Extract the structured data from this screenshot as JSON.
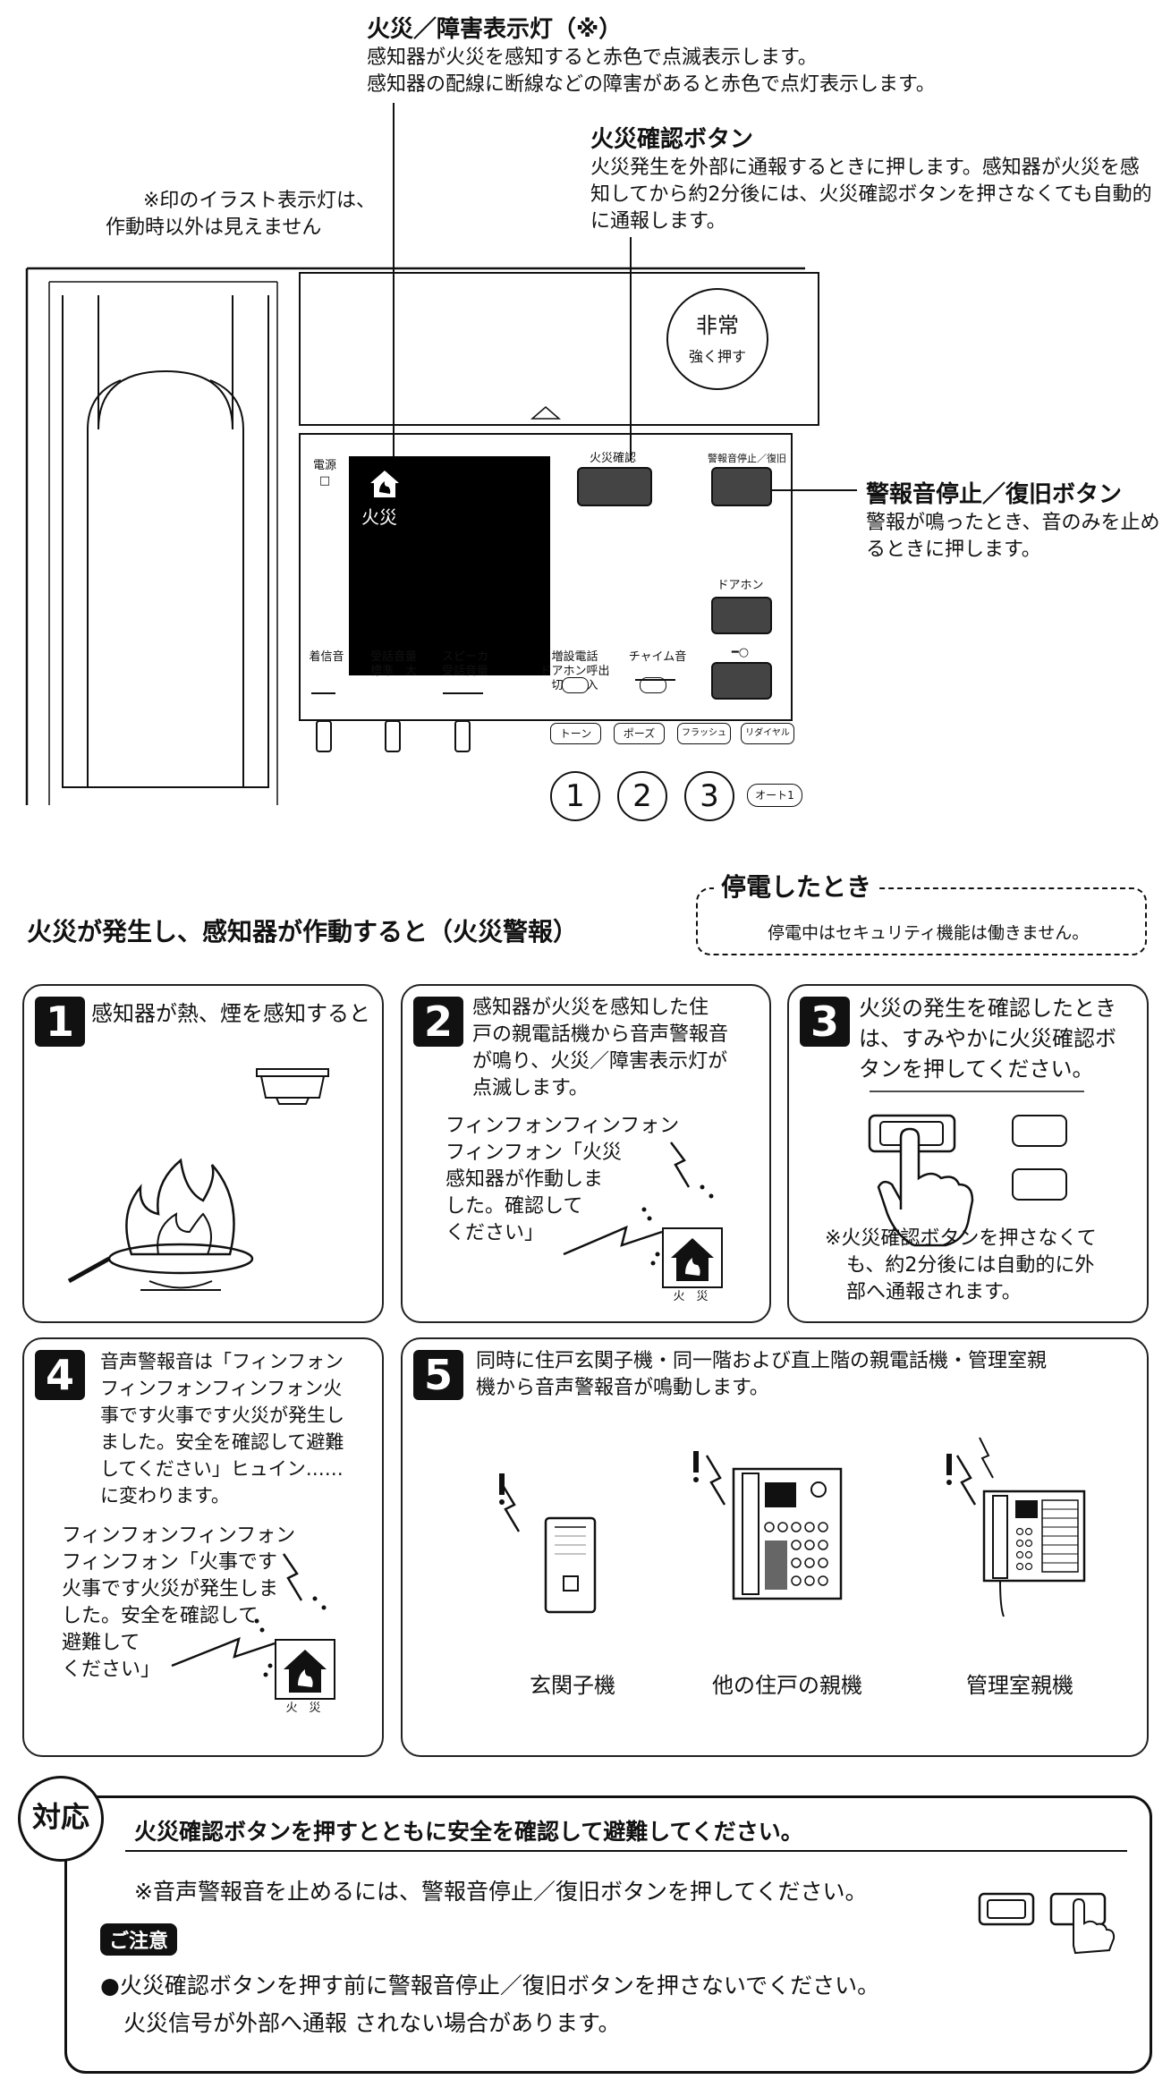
{
  "top": {
    "indicator": {
      "title": "火災／障害表示灯（※）",
      "line1": "感知器が火災を感知すると赤色で点滅表示します。",
      "line2": "感知器の配線に断線などの障害があると赤色で点灯表示します。"
    },
    "confirm": {
      "title": "火災確認ボタン",
      "line1": "火災発生を外部に通報するときに押します。感知器が火災を感",
      "line2": "知してから約2分後には、火災確認ボタンを押さなくても自動的",
      "line3": "に通報します。"
    },
    "note": {
      "line1": "※印のイラスト表示灯は、",
      "line2": "作動時以外は見えません"
    },
    "stop": {
      "title": "警報音停止／復旧ボタン",
      "line1": "警報が鳴ったとき、音のみを止め",
      "line2": "るときに押します。"
    }
  },
  "phone": {
    "emergency_line1": "非常",
    "emergency_line2": "強く押す",
    "power_label_1": "電源",
    "power_label_2": "□",
    "fire_label": "火災",
    "kasai_kakunin": "火災確認",
    "stop_label": "警報音停止／復旧",
    "door_label": "ドアホン",
    "key_label": "━○",
    "slider_labels": {
      "chakushin": "着信音",
      "jyuwa_1": "受話音量",
      "jyuwa_2": "標準　大",
      "speaker_1": "スピーカ",
      "speaker_2": "受話音量",
      "zosetsu_1": "増設電話",
      "zosetsu_2": "ドアホン呼出",
      "zosetsu_3": "切　　入",
      "chime": "チャイム音"
    },
    "soft_buttons": [
      "トーン",
      "ポーズ",
      "フラッシュ",
      "リダイヤル"
    ],
    "digits": [
      "1",
      "2",
      "3"
    ],
    "auto": "オート1"
  },
  "headline": "火災が発生し、感知器が作動すると（火災警報）",
  "power_outage": {
    "title": "停電したとき",
    "text": "停電中はセキュリティ機能は働きません。"
  },
  "steps": {
    "s1": {
      "num": "1",
      "text": "感知器が熱、煙を感知すると"
    },
    "s2": {
      "num": "2",
      "lines": [
        "感知器が火災を感知した住",
        "戸の親電話機から音声警報音",
        "が鳴り、火災／障害表示灯が",
        "点滅します。"
      ],
      "speech": [
        "フィンフォンフィンフォン",
        "フィンフォン「火災",
        "感知器が作動しま",
        "した。確認して",
        "ください」"
      ],
      "icon_label": "火　災"
    },
    "s3": {
      "num": "3",
      "lines": [
        "火災の発生を確認したとき",
        "は、すみやかに火災確認ボ",
        "タンを押してください。"
      ],
      "note": [
        "※火災確認ボタンを押さなくて",
        "も、約2分後には自動的に外",
        "部へ通報されます。"
      ]
    },
    "s4": {
      "num": "4",
      "lines": [
        "音声警報音は「フィンフォン",
        "フィンフォンフィンフォン火",
        "事です火事です火災が発生し",
        "ました。安全を確認して避難",
        "してください」ヒュイン……",
        "に変わります。"
      ],
      "speech": [
        "フィンフォンフィンフォン",
        "フィンフォン「火事です",
        "火事です火災が発生しま",
        "した。安全を確認して",
        "避難して",
        "ください」"
      ],
      "icon_label": "火　災"
    },
    "s5": {
      "num": "5",
      "lines": [
        "同時に住戸玄関子機・同一階および直上階の親電話機・管理室親",
        "機から音声警報音が鳴動します。"
      ],
      "labels": [
        "玄関子機",
        "他の住戸の親機",
        "管理室親機"
      ]
    }
  },
  "response": {
    "badge": "対応",
    "main": "火災確認ボタンを押すとともに安全を確認して避難してください。",
    "sub": "※音声警報音を止めるには、警報音停止／復旧ボタンを押してください。",
    "caution_label": "ご注意",
    "caution_line1": "●火災確認ボタンを押す前に警報音停止／復旧ボタンを押さないでください。",
    "caution_line2": "火災信号が外部へ通報 されない場合があります。"
  }
}
